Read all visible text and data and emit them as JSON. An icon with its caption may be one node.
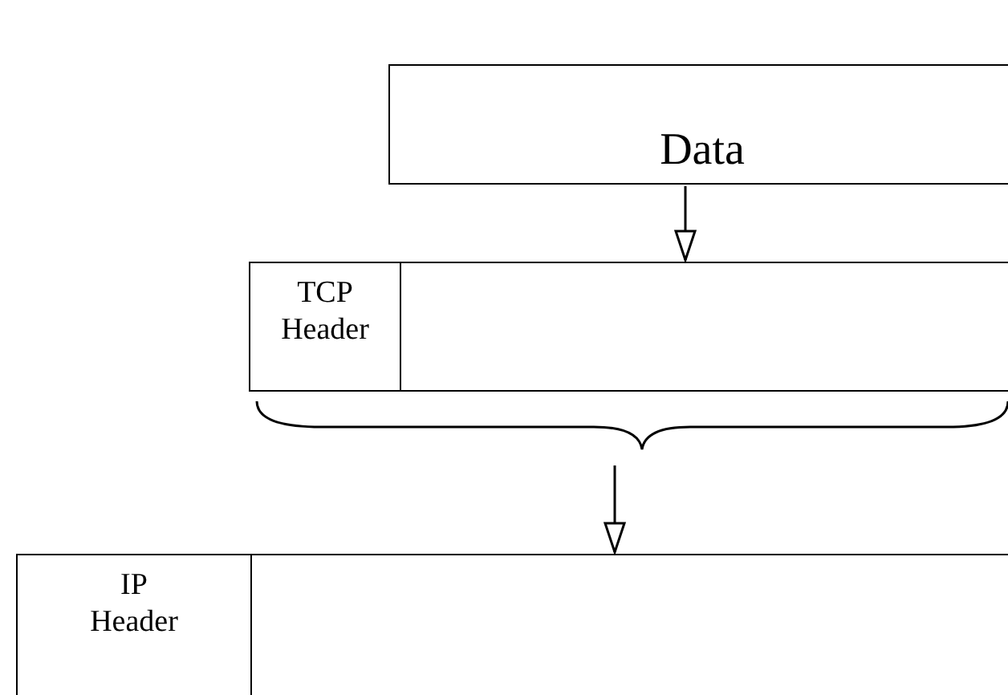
{
  "diagram": {
    "nodes": [
      {
        "text": [
          "Data"
        ]
      },
      {
        "text": [],
        "shape": "box"
      },
      {
        "text": [
          "TCP Header"
        ],
        "in": 1
      },
      {
        "text": [],
        "shape": "box"
      },
      {
        "text": [
          "IP Header"
        ],
        "in": 3
      }
    ],
    "edges": [
      {
        "from": 0,
        "to": 1,
        "arrow": "to"
      },
      {
        "from": 1,
        "to": 3,
        "arrow": "to"
      }
    ]
  }
}
